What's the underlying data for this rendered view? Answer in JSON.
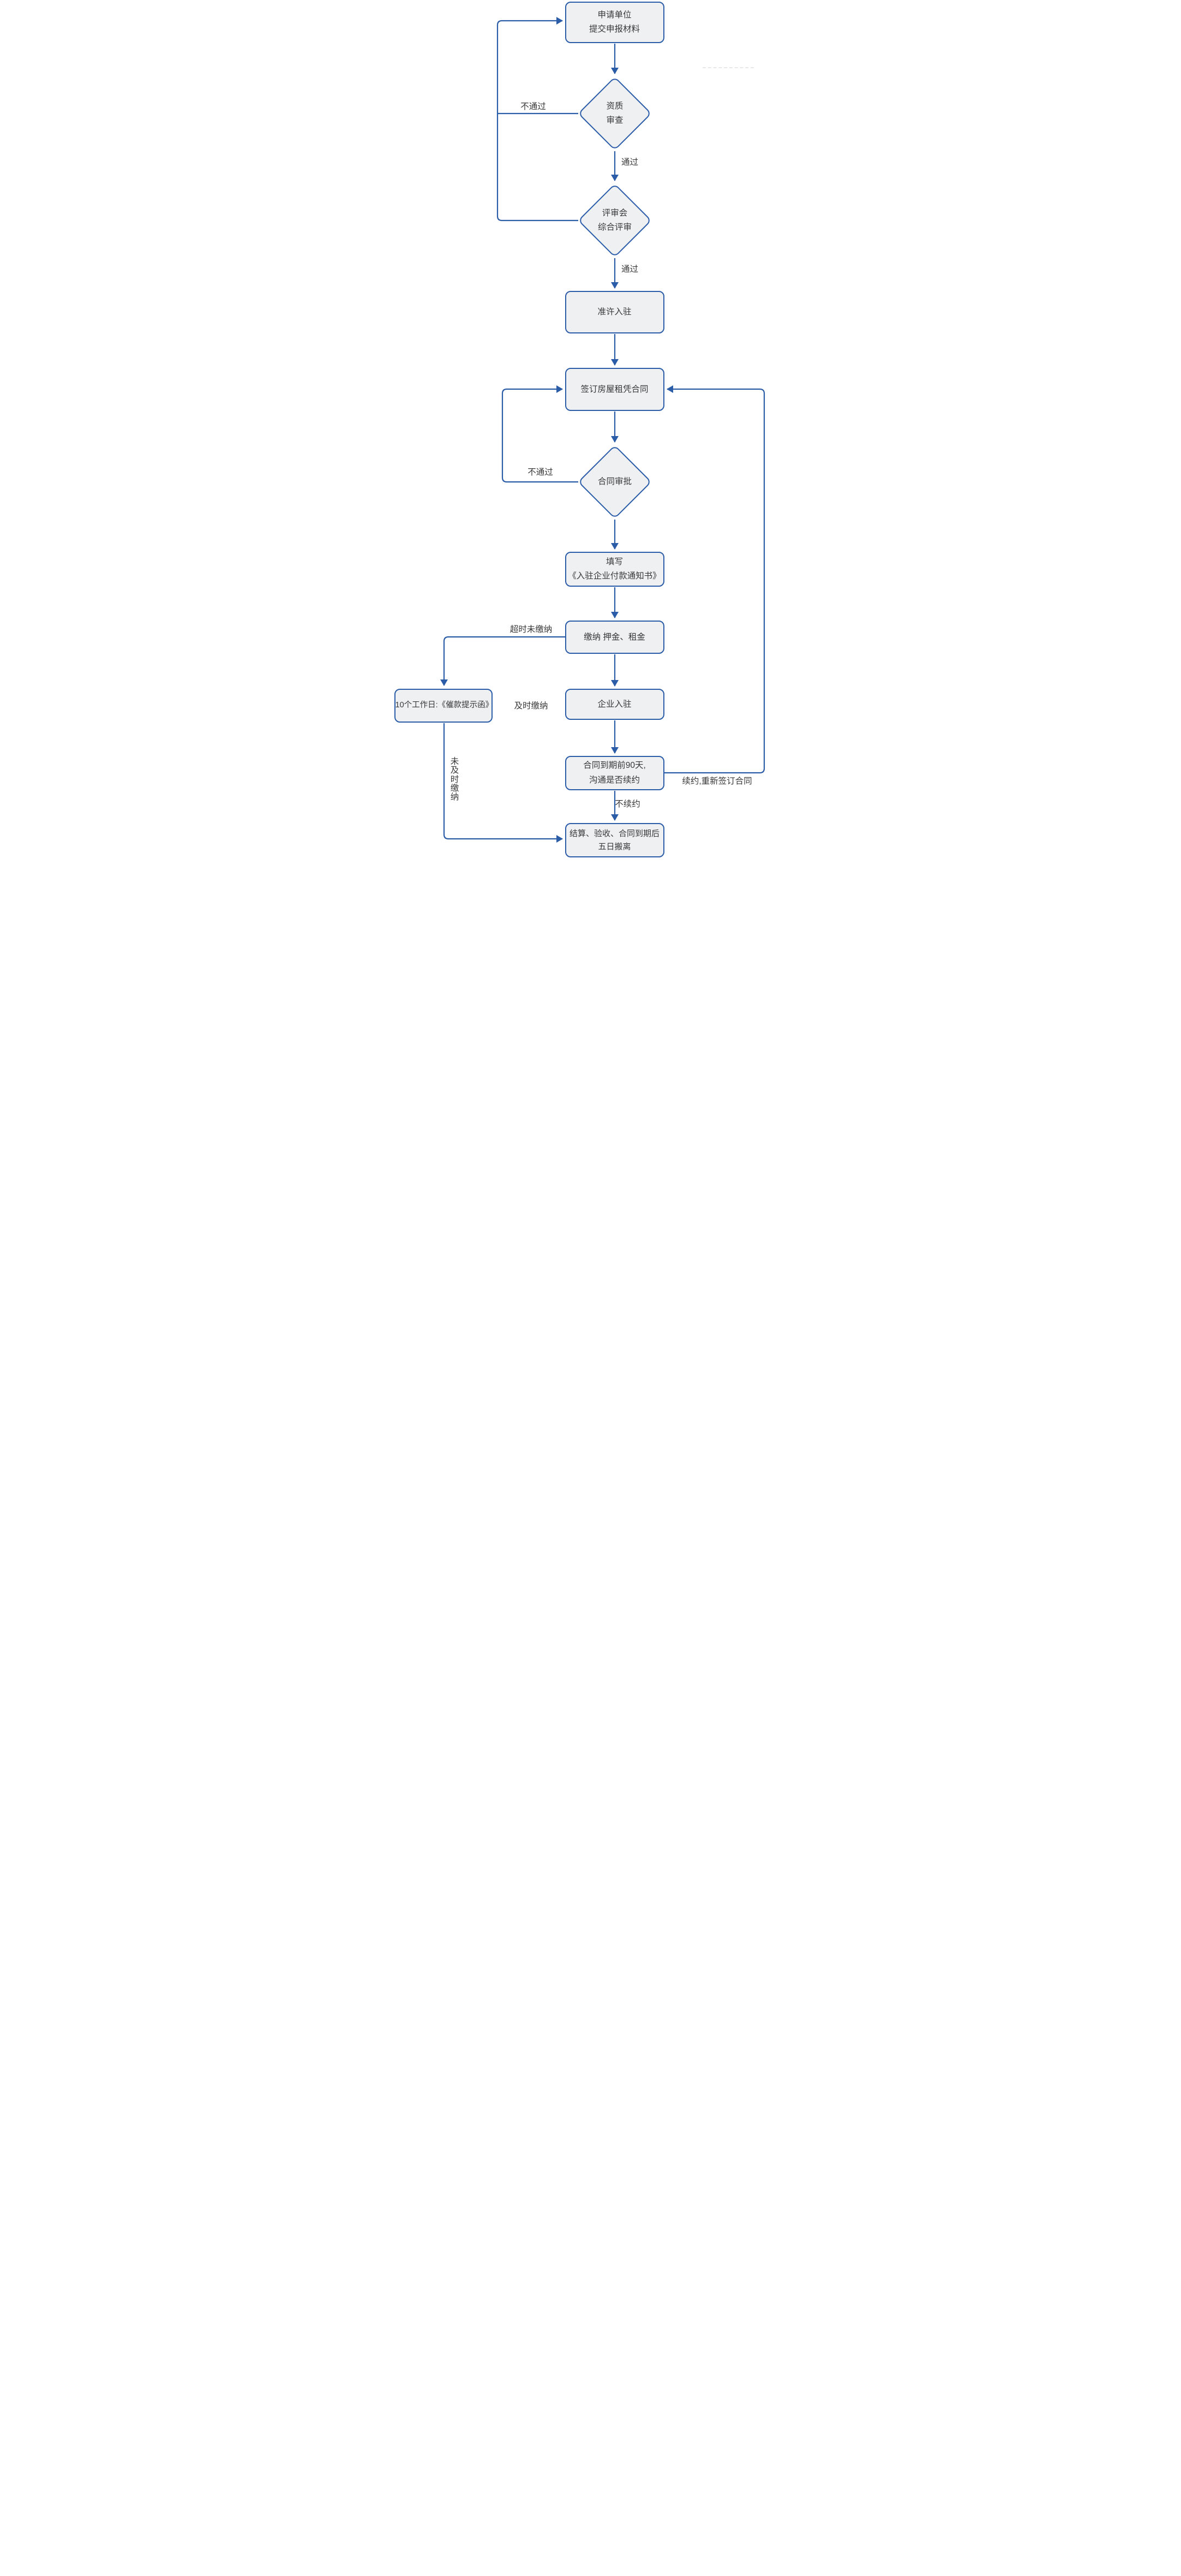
{
  "diagram": {
    "kind": "flowchart",
    "language": "zh-CN",
    "topic": "企业入驻及租赁合同流程"
  },
  "colors": {
    "line": "#2b5ca8",
    "node_fill": "#eef0f2",
    "text": "#383838"
  },
  "nodes": {
    "apply": {
      "type": "process",
      "lines": [
        "申请单位",
        "提交申报材料"
      ]
    },
    "qualification": {
      "type": "decision",
      "lines": [
        "资质",
        "审查"
      ]
    },
    "review": {
      "type": "decision",
      "lines": [
        "评审会",
        "综合评审"
      ]
    },
    "permit": {
      "type": "process",
      "lines": [
        "准许入驻"
      ]
    },
    "sign": {
      "type": "process",
      "lines": [
        "签订房屋租凭合同"
      ]
    },
    "approval": {
      "type": "decision",
      "lines": [
        "合同审批"
      ]
    },
    "notice": {
      "type": "process",
      "lines": [
        "填写",
        "《入驻企业付款通知书》"
      ]
    },
    "pay": {
      "type": "process",
      "lines": [
        "缴纳 押金、租金"
      ]
    },
    "reminder": {
      "type": "process",
      "lines": [
        "10个工作日:《催款提示函》"
      ]
    },
    "movein": {
      "type": "process",
      "lines": [
        "企业入驻"
      ]
    },
    "expire": {
      "type": "process",
      "lines": [
        "合同到期前90天,",
        "沟通是否续约"
      ]
    },
    "settle": {
      "type": "process",
      "lines": [
        "结算、验收、合同到期后",
        "五日搬离"
      ]
    }
  },
  "labels": {
    "fail1": "不通过",
    "pass1": "通过",
    "pass2": "通过",
    "fail2": "不通过",
    "overdue": "超时未缴纳",
    "ontime": "及时缴纳",
    "renew": "续约,重新签订合同",
    "no_renew": "不续约",
    "not_paid": "未及时缴纳"
  }
}
